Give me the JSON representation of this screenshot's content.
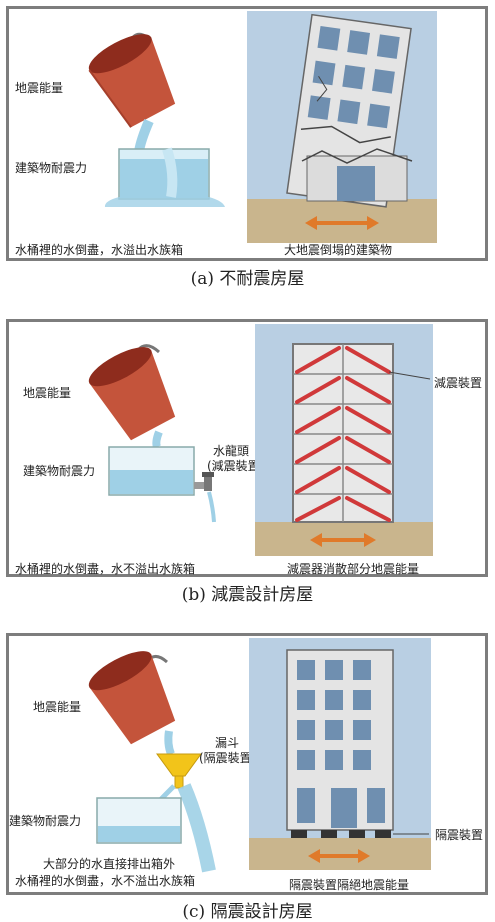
{
  "panel_a": {
    "label_energy": "地震能量",
    "label_resistance": "建築物耐震力",
    "footer_left": "水桶裡的水倒盡，水溢出水族箱",
    "footer_right": "大地震倒塌的建築物",
    "caption": "(a)  不耐震房屋"
  },
  "panel_b": {
    "label_energy": "地震能量",
    "label_resistance": "建築物耐震力",
    "label_faucet": "水龍頭",
    "label_faucet_sub": "(減震裝置)",
    "label_damper": "減震裝置",
    "footer_left": "水桶裡的水倒盡，水不溢出水族箱",
    "footer_right": "減震器消散部分地震能量",
    "caption": "(b)  減震設計房屋"
  },
  "panel_c": {
    "label_energy": "地震能量",
    "label_funnel": "漏斗",
    "label_funnel_sub": "(隔震裝置)",
    "label_resistance": "建築物耐震力",
    "label_drain_line1": "大部分的水直接排出箱外",
    "label_drain_line2": "水桶裡的水倒盡，水不溢出水族箱",
    "label_isolator": "隔震裝置",
    "footer_right": "隔震裝置隔絕地震能量",
    "caption": "(c)  隔震設計房屋"
  },
  "colors": {
    "sky": "#b9cfe3",
    "ground": "#c9b58d",
    "bucket": "#c4543b",
    "water": "#9fd0e6",
    "arrow": "#e07a2a",
    "damper": "#d0393a",
    "funnel": "#f2c41a"
  }
}
